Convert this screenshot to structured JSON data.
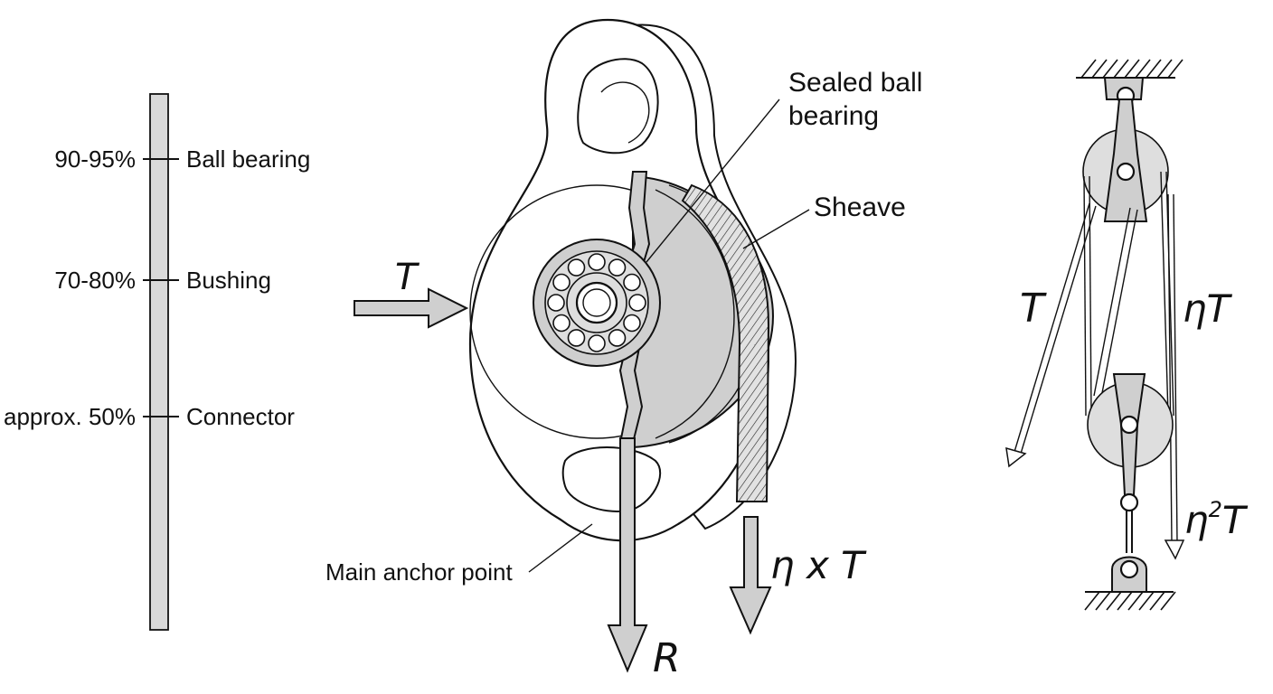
{
  "efficiency_scale": {
    "items": [
      {
        "value": "90-95%",
        "label": "Ball bearing"
      },
      {
        "value": "70-80%",
        "label": "Bushing"
      },
      {
        "value": "approx. 50%",
        "label": "Connector"
      }
    ]
  },
  "pulley": {
    "input_force": "T",
    "output_force": "η x T",
    "reaction_force": "R",
    "labels": {
      "bearing_line1": "Sealed ball",
      "bearing_line2": "bearing",
      "sheave": "Sheave",
      "anchor": "Main anchor point"
    }
  },
  "system": {
    "left_force": "T",
    "middle_force": "ηT",
    "right_force_base": "η",
    "right_force_exp": "2",
    "right_force_tail": "T"
  },
  "colors": {
    "line": "#111111",
    "fill_gray": "#cfcfcf",
    "fill_light": "#dedede",
    "background": "#ffffff"
  }
}
